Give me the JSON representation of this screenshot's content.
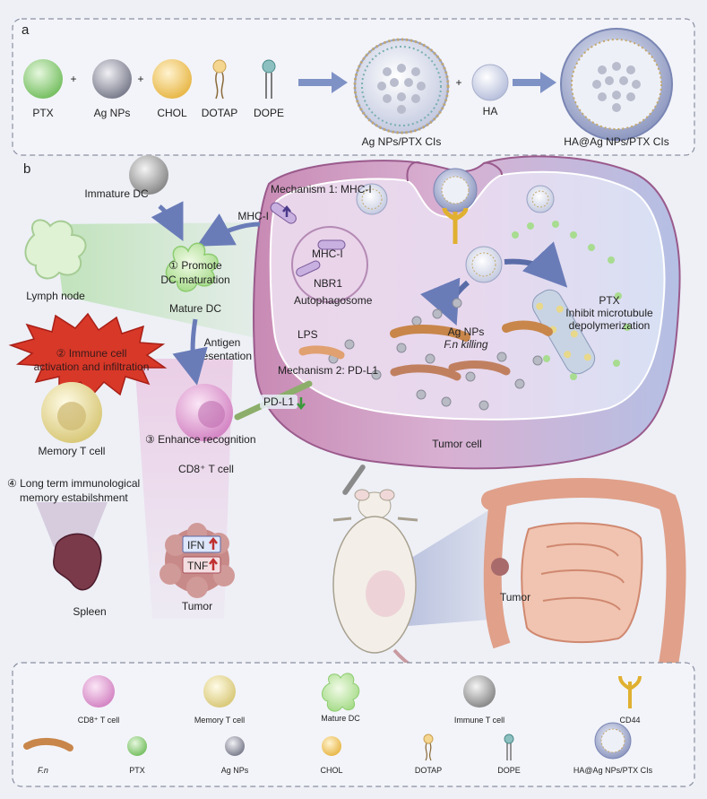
{
  "panel_a": {
    "letter": "a",
    "components": [
      "PTX",
      "Ag NPs",
      "CHOL",
      "DOTAP",
      "DOPE"
    ],
    "plus": "+",
    "product1": "Ag NPs/PTX CIs",
    "reagent": "HA",
    "product2": "HA@Ag NPs/PTX CIs"
  },
  "panel_b": {
    "letter": "b",
    "immature_dc": "Immature DC",
    "lymph_node": "Lymph node",
    "step1_line1": "① Promote",
    "step1_line2": "DC maturation",
    "mature_dc": "Mature DC",
    "step2_line1": "② Immune cell",
    "step2_line2": "activation and infiltration",
    "antigen_line1": "Antigen",
    "antigen_line2": "presentation",
    "memory_t": "Memory T cell",
    "step3": "③ Enhance recognition",
    "cd8_label": "CD8⁺ T cell",
    "step4_line1": "④ Long term immunological",
    "step4_line2": "memory estabilshment",
    "spleen": "Spleen",
    "tumor": "Tumor",
    "ifn": "IFN",
    "tnf": "TNF",
    "mechanism1": "Mechanism 1: MHC-I",
    "mhc1_surface": "MHC-I",
    "mhc1_inner": "MHC-I",
    "nbr1": "NBR1",
    "autophagosome": "Autophagosome",
    "lps": "LPS",
    "mechanism2": "Mechanism 2: PD-L1",
    "pdl1": "PD-L1",
    "agnps_line1": "Ag NPs",
    "agnps_line2": "F.n killing",
    "ptx_line1": "PTX",
    "ptx_line2": "Inhibit microtubule",
    "ptx_line3": "depolymerization",
    "tumor_cell": "Tumor cell",
    "gut_tumor": "Tumor"
  },
  "legend": {
    "row1": [
      "CD8⁺ T cell",
      "Memory T cell",
      "Mature DC",
      "Immune T cell",
      "CD44"
    ],
    "row2": [
      "F.n",
      "PTX",
      "Ag NPs",
      "CHOL",
      "DOTAP",
      "DOPE",
      "HA@Ag NPs/PTX CIs"
    ]
  },
  "colors": {
    "ptx": "#8fcf7a",
    "agnps": "#9a9ca8",
    "chol": "#f0c85a",
    "cd8": "#e8a8d8",
    "memory": "#eee2a0",
    "tumor_cell": "#d8a8c8",
    "up_arrow": "#c03030",
    "down_arrow": "#3a9a3a",
    "burst": "#d83828"
  }
}
